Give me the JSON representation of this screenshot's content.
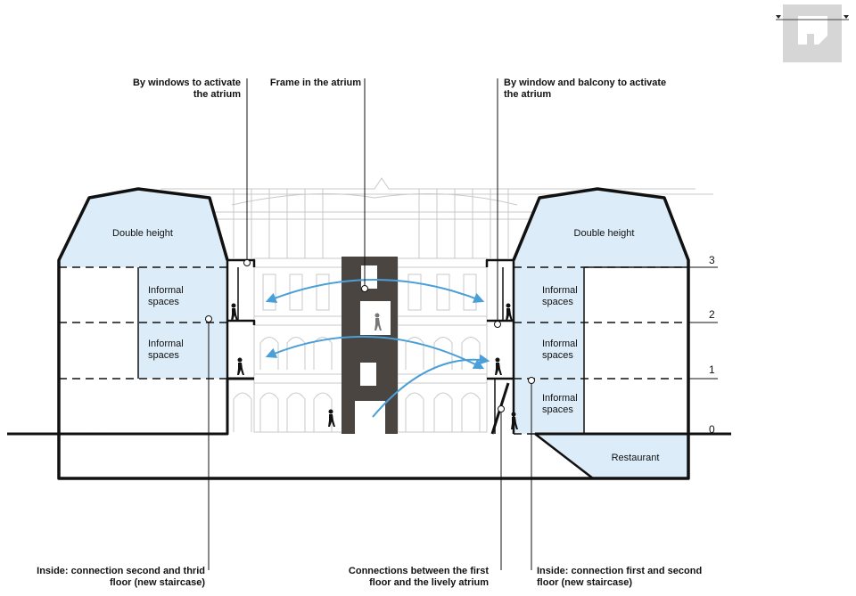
{
  "annotations": {
    "top_left": [
      "By windows to activate",
      "the atrium"
    ],
    "top_center": [
      "Frame in the atrium"
    ],
    "top_right": [
      "By window and balcony to activate",
      "the atrium"
    ],
    "bottom_left": [
      "Inside: connection second and thrid",
      "floor (new staircase)"
    ],
    "bottom_center": [
      "Connections between the first",
      "floor and the lively atrium"
    ],
    "bottom_right": [
      "Inside: connection first and second",
      "floor (new staircase)"
    ]
  },
  "spaces": {
    "double_height_left": "Double height",
    "double_height_right": "Double height",
    "informal_left_upper": [
      "Informal",
      "spaces"
    ],
    "informal_left_lower": [
      "Informal",
      "spaces"
    ],
    "informal_right_upper": [
      "Informal",
      "spaces"
    ],
    "informal_right_middle": [
      "Informal",
      "spaces"
    ],
    "informal_right_lower": [
      "Informal",
      "spaces"
    ],
    "restaurant": "Restaurant"
  },
  "floors": [
    "0",
    "1",
    "2",
    "3"
  ],
  "colors": {
    "space_fill": "#dcecf8",
    "arrow": "#4a9fd8",
    "frame": "#4b4542",
    "outline": "#111111",
    "facade": "#c9c9c9",
    "keymap": "#d6d6d6"
  }
}
